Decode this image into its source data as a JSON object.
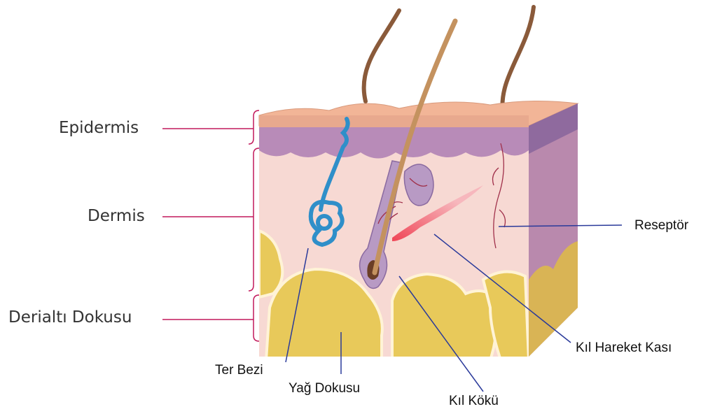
{
  "layers": [
    {
      "id": "epidermis",
      "label": "Epidermis"
    },
    {
      "id": "dermis",
      "label": "Dermis"
    },
    {
      "id": "subcutaneous",
      "label": "Derialtı Dokusu"
    }
  ],
  "callouts": {
    "receptor": "Reseptör",
    "arrector_pili": "Kıl Hareket Kası",
    "sweat_gland": "Ter Bezi",
    "fat_tissue": "Yağ Dokusu",
    "hair_root": "Kıl Kökü"
  },
  "colors": {
    "epidermis_top": "#f2b597",
    "epidermis_band": "#b88bb8",
    "dermis": "#f7d9d3",
    "fat": "#e8c95a",
    "side_face": "#b989ad",
    "sweat_gland": "#2f8fc9",
    "hair": "#8a5a3a",
    "muscle": "#ef5f6a",
    "bracket": "#c2185b",
    "leader_line": "#2a3a9a"
  }
}
